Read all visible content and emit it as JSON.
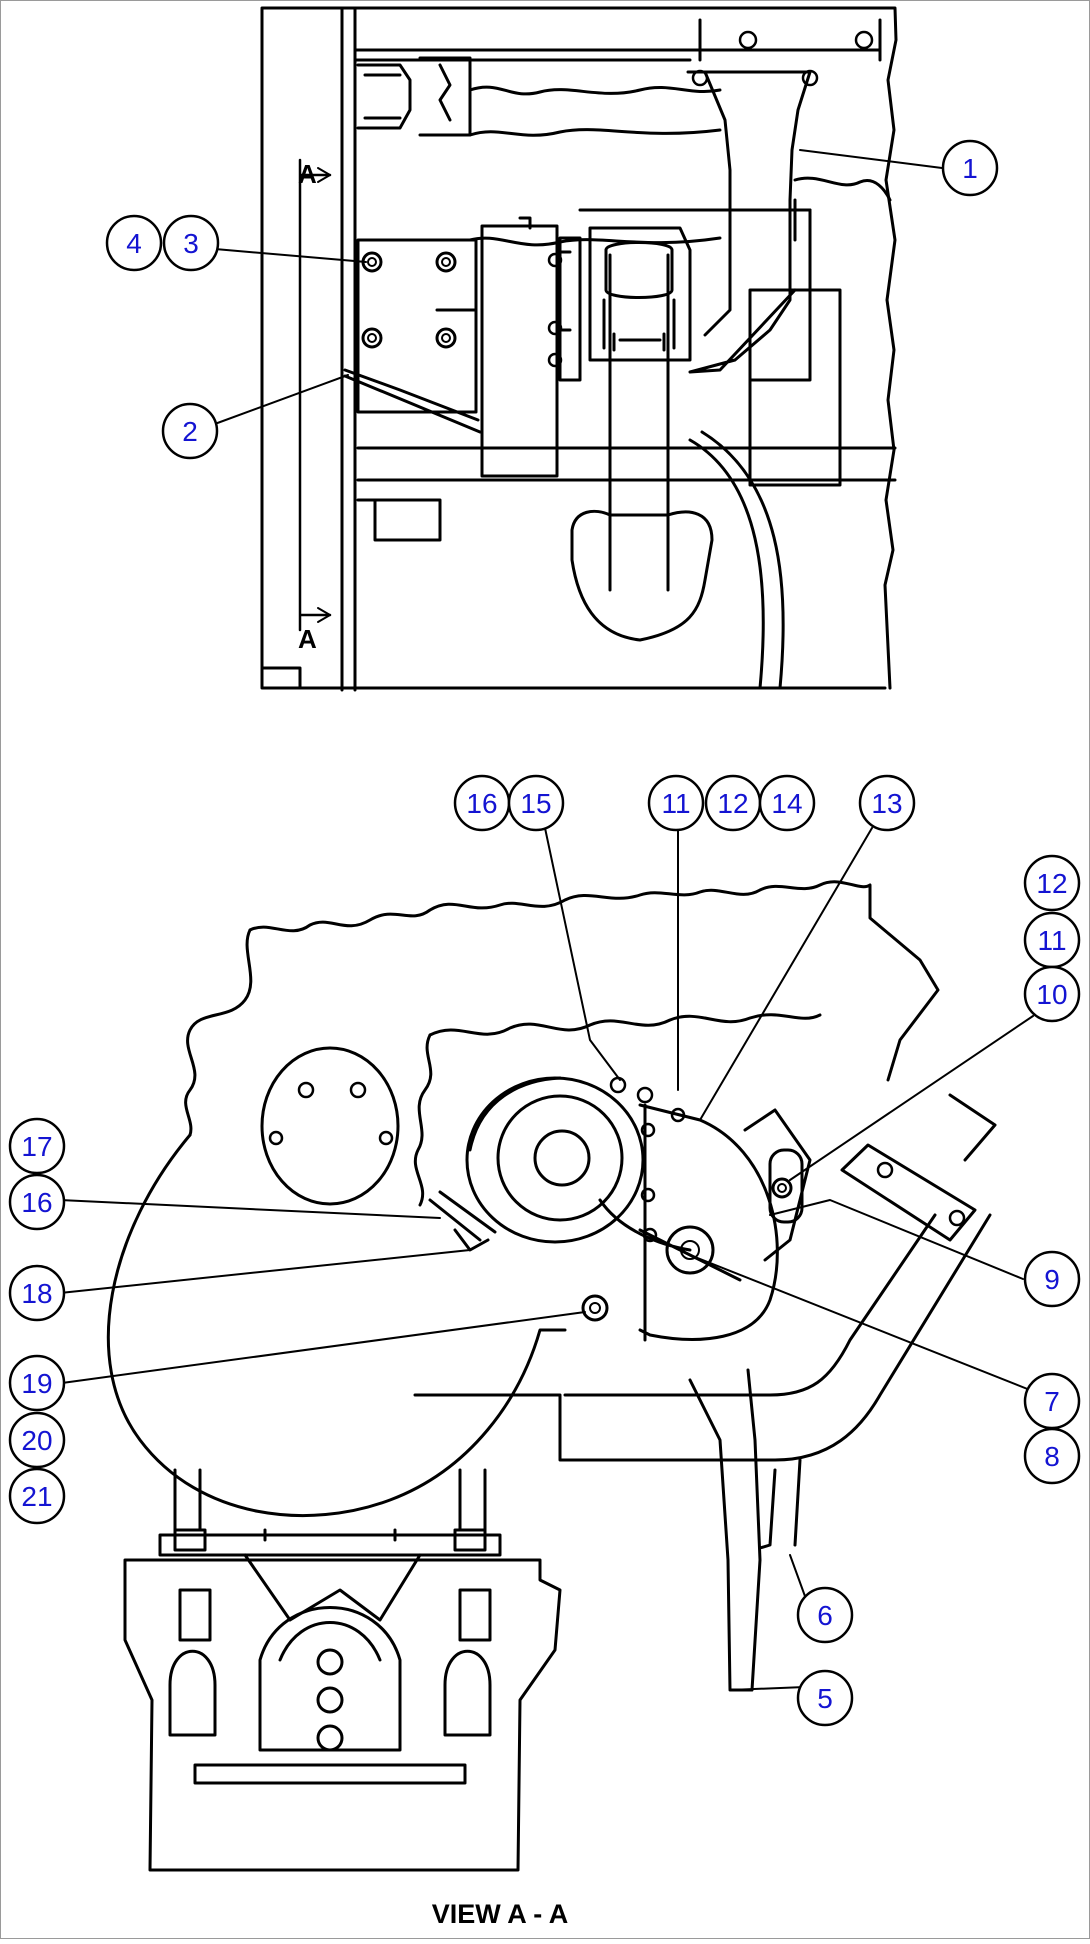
{
  "view_caption": "VIEW A - A",
  "section_marks": [
    "A",
    "A"
  ],
  "callouts": [
    {
      "id": "c1",
      "label": "1"
    },
    {
      "id": "c2",
      "label": "2"
    },
    {
      "id": "c3",
      "label": "3"
    },
    {
      "id": "c4",
      "label": "4"
    },
    {
      "id": "c16a",
      "label": "16"
    },
    {
      "id": "c15",
      "label": "15"
    },
    {
      "id": "c11a",
      "label": "11"
    },
    {
      "id": "c12a",
      "label": "12"
    },
    {
      "id": "c14",
      "label": "14"
    },
    {
      "id": "c13",
      "label": "13"
    },
    {
      "id": "c12b",
      "label": "12"
    },
    {
      "id": "c11b",
      "label": "11"
    },
    {
      "id": "c10",
      "label": "10"
    },
    {
      "id": "c17",
      "label": "17"
    },
    {
      "id": "c16b",
      "label": "16"
    },
    {
      "id": "c18",
      "label": "18"
    },
    {
      "id": "c19",
      "label": "19"
    },
    {
      "id": "c20",
      "label": "20"
    },
    {
      "id": "c21",
      "label": "21"
    },
    {
      "id": "c9",
      "label": "9"
    },
    {
      "id": "c7",
      "label": "7"
    },
    {
      "id": "c8",
      "label": "8"
    },
    {
      "id": "c6",
      "label": "6"
    },
    {
      "id": "c5",
      "label": "5"
    }
  ],
  "colors": {
    "callout_text": "#1414d2",
    "line": "#000000",
    "background": "#ffffff"
  }
}
